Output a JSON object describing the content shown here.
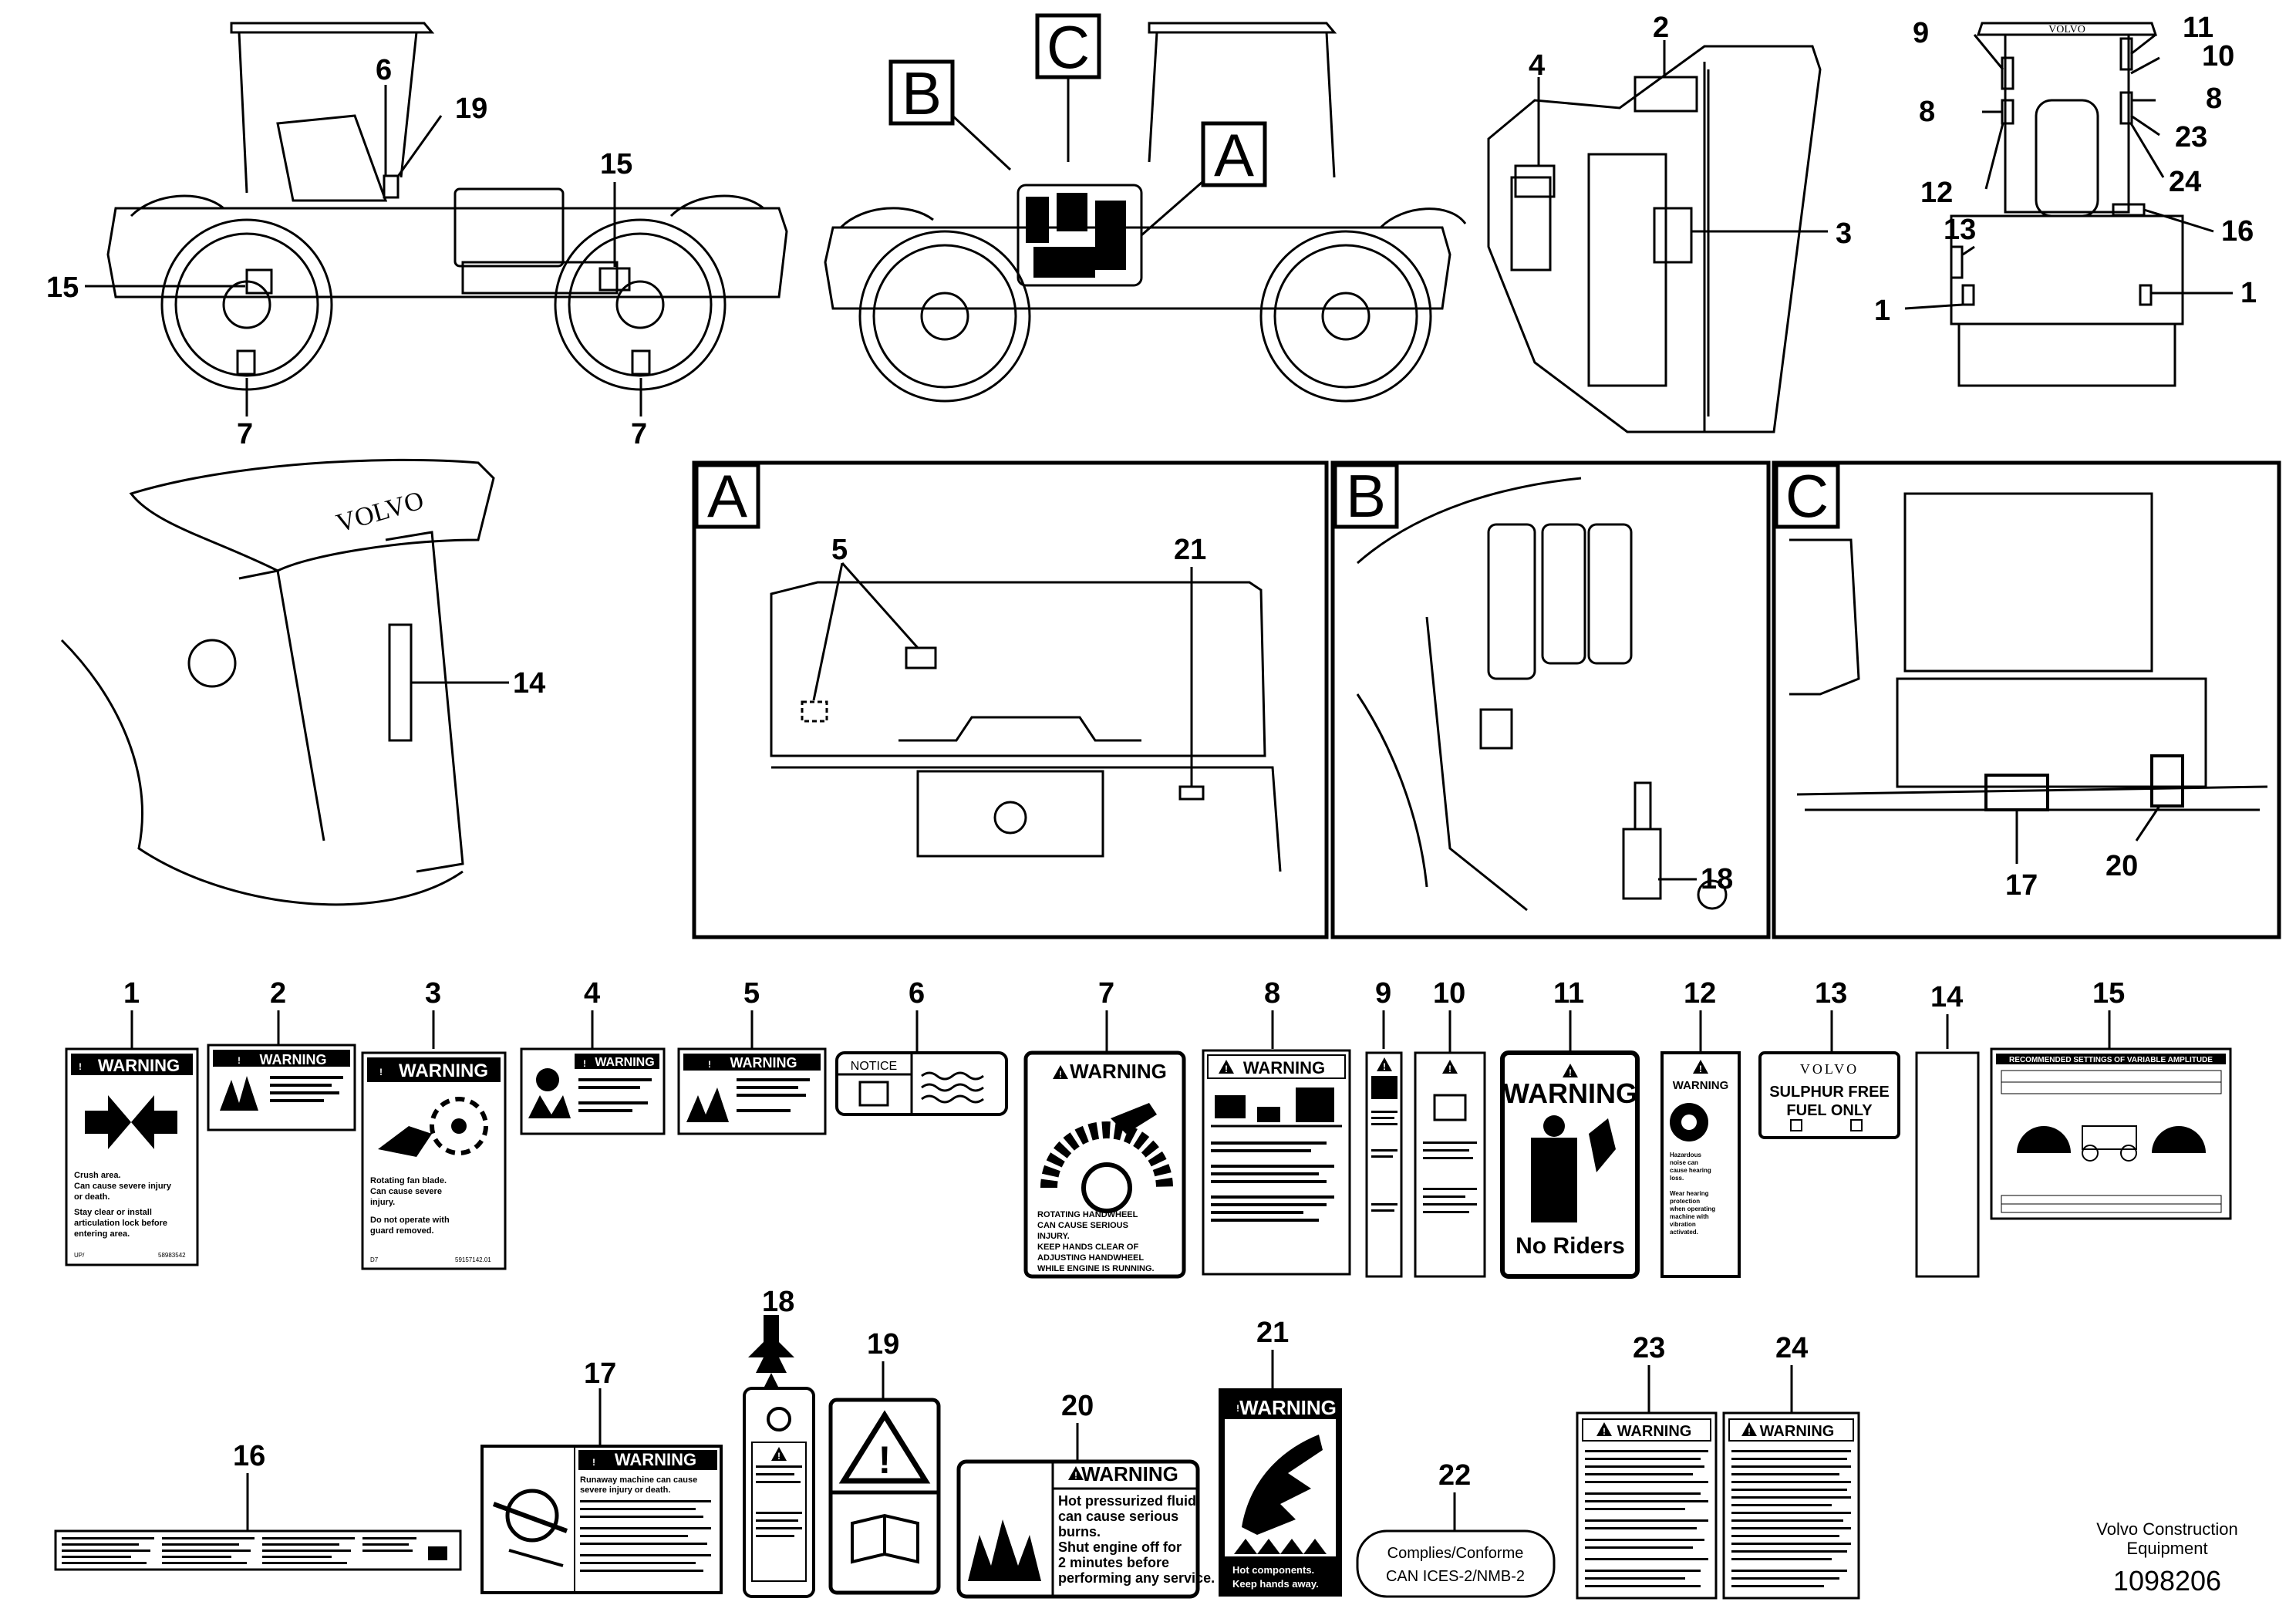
{
  "callouts_top": {
    "n1a": "1",
    "n1b": "1",
    "n2": "2",
    "n3": "3",
    "n4": "4",
    "n6": "6",
    "n7a": "7",
    "n7b": "7",
    "n8a": "8",
    "n8b": "8",
    "n9": "9",
    "n10": "10",
    "n11": "11",
    "n12": "12",
    "n13": "13",
    "n14": "14",
    "n15a": "15",
    "n15b": "15",
    "n16": "16",
    "n19": "19",
    "n23": "23",
    "n24": "24",
    "n5": "5",
    "n21": "21",
    "n18": "18",
    "n17": "17",
    "n20": "20"
  },
  "view_letters": {
    "a": "A",
    "b": "B",
    "c": "C"
  },
  "decal_numbers": [
    "1",
    "2",
    "3",
    "4",
    "5",
    "6",
    "7",
    "8",
    "9",
    "10",
    "11",
    "12",
    "13",
    "14",
    "15",
    "16",
    "17",
    "18",
    "19",
    "20",
    "21",
    "22",
    "23",
    "24"
  ],
  "decals": {
    "warning": "WARNING",
    "d1_l1": "Crush area.",
    "d1_l2": "Can cause severe injury",
    "d1_l3": "or death.",
    "d1_l4": "Stay clear or install",
    "d1_l5": "articulation lock before",
    "d1_l6": "entering area.",
    "d1_code": "58983542",
    "d1_ref": "UP/",
    "d3_l1": "Rotating fan blade.",
    "d3_l2": "Can cause severe",
    "d3_l3": "injury.",
    "d3_l4": "Do not operate with",
    "d3_l5": "guard removed.",
    "d3_code": "59157142.01",
    "d3_ref": "D7",
    "d6_notice": "NOTICE",
    "d7_l1": "ROTATING HANDWHEEL",
    "d7_l2": "CAN CAUSE SERIOUS",
    "d7_l3": "INJURY.",
    "d7_l4": "KEEP HANDS CLEAR OF",
    "d7_l5": "ADJUSTING HANDWHEEL",
    "d7_l6": "WHILE ENGINE IS RUNNING.",
    "d11_bottom": "No Riders",
    "d13_brand": "VOLVO",
    "d13_l1": "SULPHUR FREE",
    "d13_l2": "FUEL ONLY",
    "d15_title": "RECOMMENDED SETTINGS OF VARIABLE AMPLITUDE",
    "d17_l1": "Runaway machine can cause",
    "d17_l2": "severe injury or death.",
    "d20_l1": "Hot pressurized fluid",
    "d20_l2": "can cause serious",
    "d20_l3": "burns.",
    "d20_l4": "Shut engine off for",
    "d20_l5": "2 minutes before",
    "d20_l6": "performing any service.",
    "d21_l1": "Hot components.",
    "d21_l2": "Keep hands away.",
    "d22_l1": "Complies/Conforme",
    "d22_l2": "CAN ICES-2/NMB-2",
    "d12_l1": "Hazardous",
    "d12_l2": "noise can",
    "d12_l3": "cause hearing",
    "d12_l4": "loss.",
    "d12_l5": "Wear hearing",
    "d12_l6": "protection",
    "d12_l7": "when operating",
    "d12_l8": "machine with",
    "d12_l9": "vibration",
    "d12_l10": "activated."
  },
  "footer": {
    "line1": "Volvo Construction",
    "line2": "Equipment",
    "ref": "1098206"
  },
  "brand_canopy": "VOLVO"
}
